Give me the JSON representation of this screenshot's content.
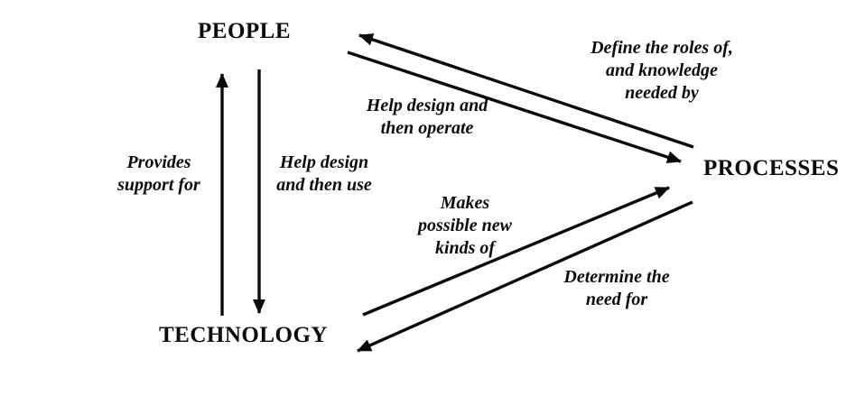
{
  "diagram": {
    "title": "People - Processes - Technology relationship triangle",
    "background_color": "#ffffff",
    "ink_color": "#0b0b0b",
    "nodes": {
      "people": {
        "label": "PEOPLE"
      },
      "processes": {
        "label": "PROCESSES"
      },
      "technology": {
        "label": "TECHNOLOGY"
      }
    },
    "edges": [
      {
        "from": "PROCESSES",
        "to": "PEOPLE",
        "label": "Define the roles of,\nand knowledge\nneeded by"
      },
      {
        "from": "PEOPLE",
        "to": "PROCESSES",
        "label": "Help design and\nthen operate"
      },
      {
        "from": "TECHNOLOGY",
        "to": "PEOPLE",
        "label": "Provides\nsupport for"
      },
      {
        "from": "PEOPLE",
        "to": "TECHNOLOGY",
        "label": "Help design\nand then use"
      },
      {
        "from": "TECHNOLOGY",
        "to": "PROCESSES",
        "label": "Makes\npossible new\nkinds of"
      },
      {
        "from": "PROCESSES",
        "to": "TECHNOLOGY",
        "label": "Determine the\nneed for"
      }
    ]
  }
}
